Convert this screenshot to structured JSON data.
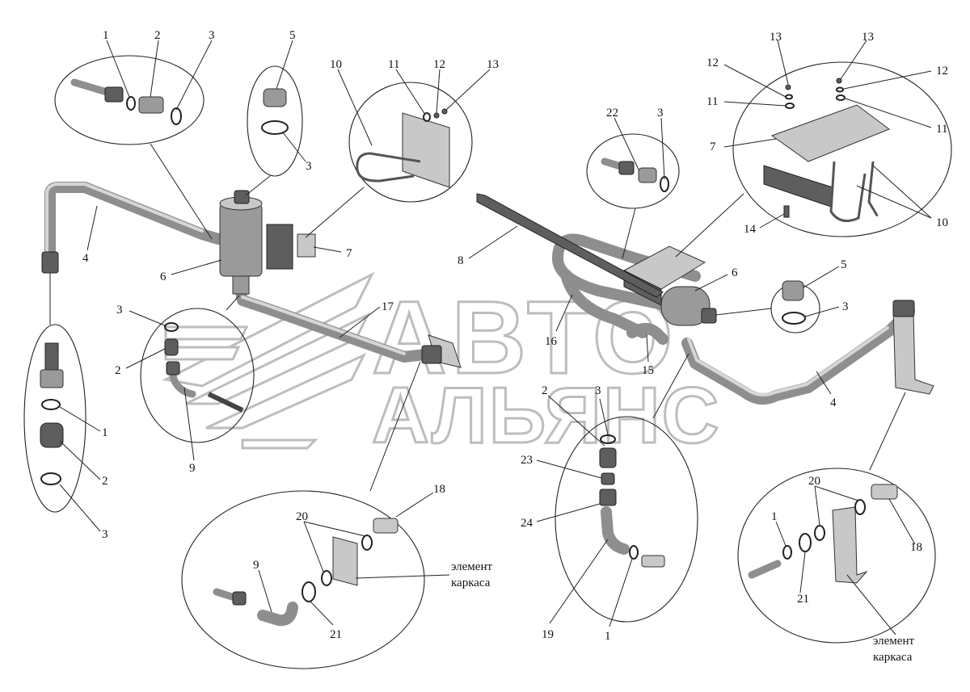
{
  "watermark": {
    "line1": "АВТО",
    "line2": "АЛЬЯНС"
  },
  "labels": [
    {
      "id": "l1a",
      "text": "1"
    },
    {
      "id": "l2a",
      "text": "2"
    },
    {
      "id": "l3a",
      "text": "3"
    },
    {
      "id": "l5a",
      "text": "5"
    },
    {
      "id": "l3b",
      "text": "3"
    },
    {
      "id": "l10a",
      "text": "10"
    },
    {
      "id": "l11a",
      "text": "11"
    },
    {
      "id": "l12a",
      "text": "12"
    },
    {
      "id": "l13a",
      "text": "13"
    },
    {
      "id": "l22",
      "text": "22"
    },
    {
      "id": "l3c",
      "text": "3"
    },
    {
      "id": "l13b",
      "text": "13"
    },
    {
      "id": "l13c",
      "text": "13"
    },
    {
      "id": "l12b",
      "text": "12"
    },
    {
      "id": "l12c",
      "text": "12"
    },
    {
      "id": "l11b",
      "text": "11"
    },
    {
      "id": "l11c",
      "text": "11"
    },
    {
      "id": "l7b",
      "text": "7"
    },
    {
      "id": "l10b",
      "text": "10"
    },
    {
      "id": "l14",
      "text": "14"
    },
    {
      "id": "l4a",
      "text": "4"
    },
    {
      "id": "l6a",
      "text": "6"
    },
    {
      "id": "l7a",
      "text": "7"
    },
    {
      "id": "l8",
      "text": "8"
    },
    {
      "id": "l6b",
      "text": "6"
    },
    {
      "id": "l5b",
      "text": "5"
    },
    {
      "id": "l3d",
      "text": "3"
    },
    {
      "id": "l3e",
      "text": "3"
    },
    {
      "id": "l17",
      "text": "17"
    },
    {
      "id": "l2b",
      "text": "2"
    },
    {
      "id": "l16",
      "text": "16"
    },
    {
      "id": "l15",
      "text": "15"
    },
    {
      "id": "l4b",
      "text": "4"
    },
    {
      "id": "l9a",
      "text": "9"
    },
    {
      "id": "l1b",
      "text": "1"
    },
    {
      "id": "l2c",
      "text": "2"
    },
    {
      "id": "l3f",
      "text": "3"
    },
    {
      "id": "l2d",
      "text": "2"
    },
    {
      "id": "l3g",
      "text": "3"
    },
    {
      "id": "l23",
      "text": "23"
    },
    {
      "id": "l24",
      "text": "24"
    },
    {
      "id": "l19",
      "text": "19"
    },
    {
      "id": "l1c",
      "text": "1"
    },
    {
      "id": "l18a",
      "text": "18"
    },
    {
      "id": "l20a",
      "text": "20"
    },
    {
      "id": "l9b",
      "text": "9"
    },
    {
      "id": "l21a",
      "text": "21"
    },
    {
      "id": "l20b",
      "text": "20"
    },
    {
      "id": "l1d",
      "text": "1"
    },
    {
      "id": "l18b",
      "text": "18"
    },
    {
      "id": "l21b",
      "text": "21"
    }
  ],
  "captions": {
    "frame_element_1_line1": "элемент",
    "frame_element_1_line2": "каркаса",
    "frame_element_2_line1": "элемент",
    "frame_element_2_line2": "каркаса"
  }
}
